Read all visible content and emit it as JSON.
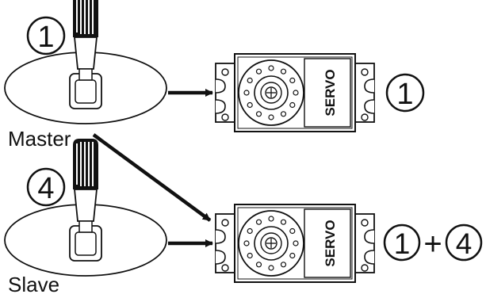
{
  "stick_master": {
    "number": "1",
    "label": "Master"
  },
  "stick_slave": {
    "number": "4",
    "label": "Slave"
  },
  "servo_top": {
    "text": "SERVO",
    "number": "1"
  },
  "servo_bottom": {
    "text": "SERVO",
    "number_a": "1",
    "plus": "+",
    "number_b": "4"
  },
  "colors": {
    "stroke": "#111111",
    "background": "#ffffff"
  }
}
